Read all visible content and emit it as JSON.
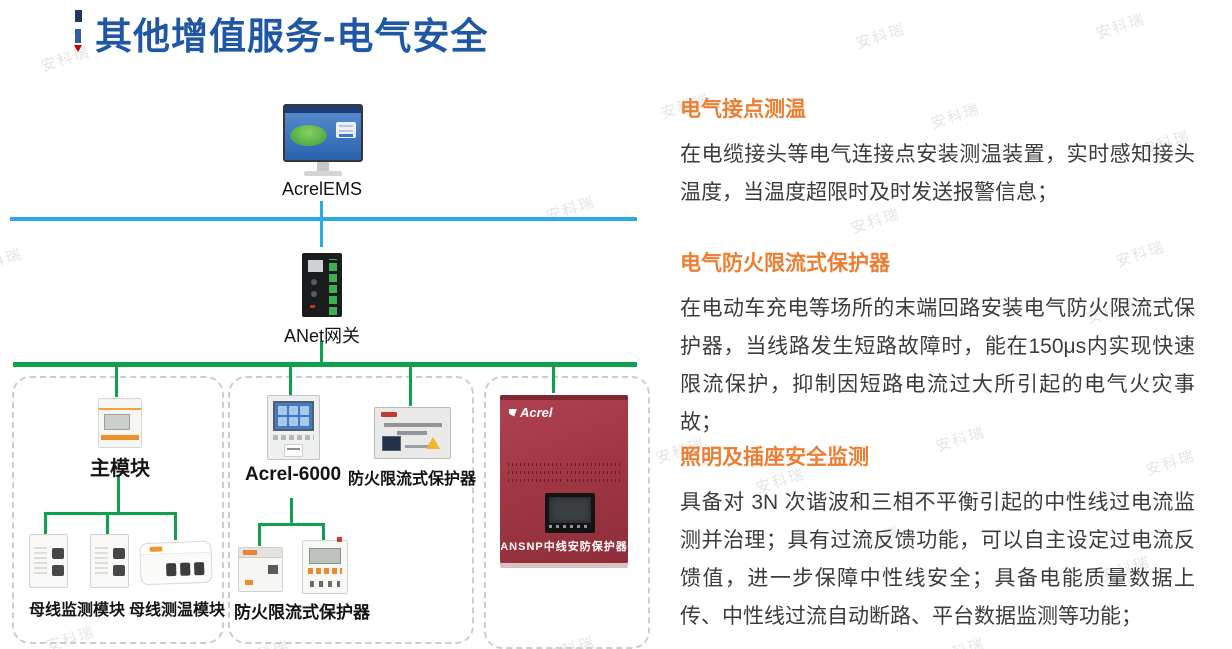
{
  "page": {
    "title": "其他增值服务-电气安全"
  },
  "watermark": {
    "text": "安科瑞",
    "positions": [
      [
        40,
        48
      ],
      [
        855,
        25
      ],
      [
        1095,
        15
      ],
      [
        660,
        95
      ],
      [
        930,
        105
      ],
      [
        1140,
        132
      ],
      [
        545,
        198
      ],
      [
        850,
        210
      ],
      [
        1115,
        243
      ],
      [
        -28,
        250
      ],
      [
        1085,
        300
      ],
      [
        935,
        428
      ],
      [
        655,
        440
      ],
      [
        1145,
        452
      ],
      [
        755,
        470
      ],
      [
        850,
        528
      ],
      [
        1100,
        558
      ],
      [
        45,
        628
      ],
      [
        240,
        642
      ],
      [
        545,
        638
      ],
      [
        935,
        640
      ]
    ]
  },
  "diagram": {
    "platform_label": "AcrelEMS",
    "gateway_label": "ANet网关",
    "temp_group": {
      "main_label": "主模块",
      "monitor_label": "母线监测模块",
      "sensor_label": "母线测温模块"
    },
    "fire_group": {
      "host_label": "Acrel-6000",
      "wallbox_label": "防火限流式保护器",
      "branch_label": "防火限流式保护器"
    },
    "neutral_group": {
      "brand": "Acrel",
      "device_label": "ANSNP中线安防保护器"
    }
  },
  "sections": [
    {
      "heading": "电气接点测温",
      "body": "在电缆接头等电气连接点安装测温装置，实时感知接头温度，当温度超限时及时发送报警信息；"
    },
    {
      "heading": "电气防火限流式保护器",
      "body": "在电动车充电等场所的末端回路安装电气防火限流式保护器，当线路发生短路故障时，能在150μs内实现快速限流保护，抑制因短路电流过大所引起的电气火灾事故；"
    },
    {
      "heading": "照明及插座安全监测",
      "body": "具备对 3N 次谐波和三相不平衡引起的中性线过电流监测并治理；具有过流反馈功能，可以自主设定过电流反馈值，进一步保障中性线安全；具备电能质量数据上传、中性线过流自动断路、平台数据监测等功能；"
    }
  ],
  "colors": {
    "title_blue": "#1f57a5",
    "heading_orange": "#ED7D31",
    "bus_blue": "#2fa9e1",
    "bus_green": "#10a14f",
    "device_red": "#a23744"
  }
}
